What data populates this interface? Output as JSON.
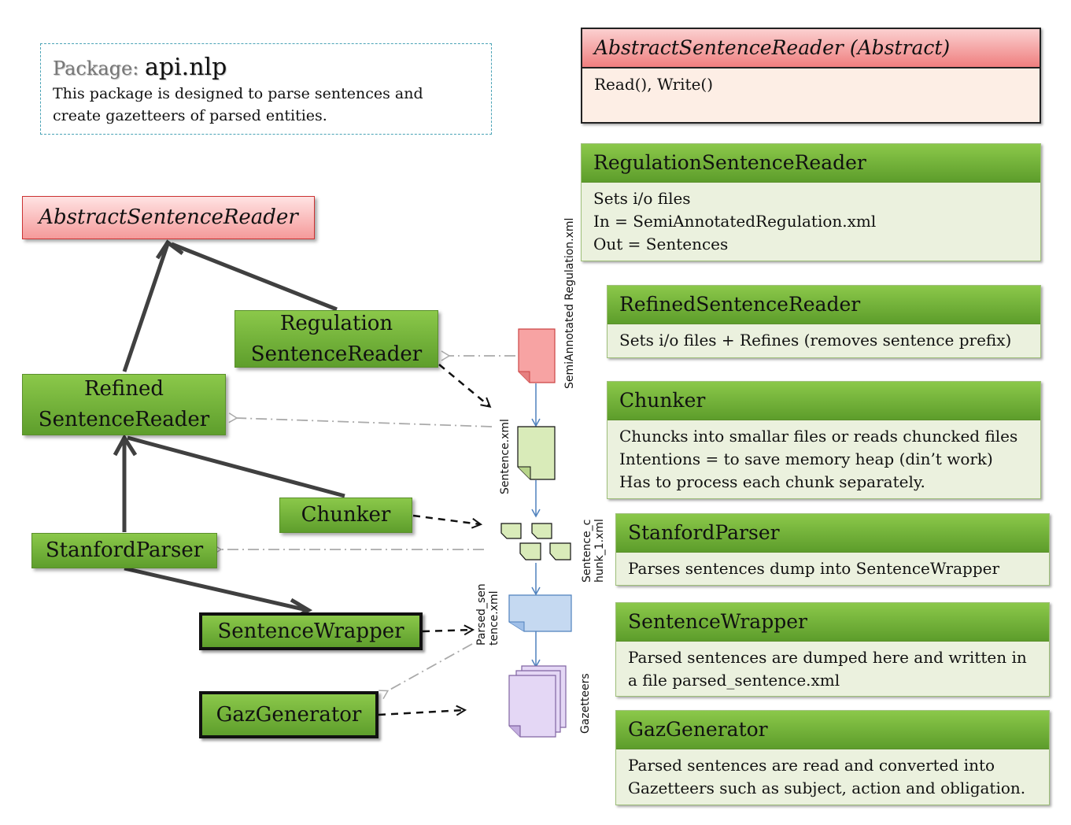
{
  "package": {
    "label": "Package:",
    "name": "api.nlp",
    "description": "This package is designed to parse sentences and create gazetteers of parsed entities."
  },
  "nodes": {
    "abstract_reader": "AbstractSentenceReader",
    "regulation_reader": "Regulation SentenceReader",
    "refined_reader": "Refined SentenceReader",
    "chunker": "Chunker",
    "stanford_parser": "StanfordParser",
    "sentence_wrapper": "SentenceWrapper",
    "gaz_generator": "GazGenerator"
  },
  "files": {
    "semi_annotated": "SemiAnnotated Regulation.xml",
    "sentence": "Sentence.xml",
    "sentence_chunk": "Sentence_c hunk_1.xml",
    "parsed_sentence": "Parsed_sen tence.xml",
    "gazetteers": "Gazetteers"
  },
  "cards": [
    {
      "title": "AbstractSentenceReader (Abstract)",
      "lines": [
        "Read(), Write()"
      ]
    },
    {
      "title": "RegulationSentenceReader",
      "lines": [
        "Sets i/o files",
        "In =  SemiAnnotatedRegulation.xml",
        "Out = Sentences"
      ]
    },
    {
      "title": "RefinedSentenceReader",
      "lines": [
        "Sets i/o files + Refines (removes sentence prefix)"
      ]
    },
    {
      "title": "Chunker",
      "lines": [
        "Chuncks into smallar files or reads chuncked files",
        "Intentions = to save memory heap (din’t work)",
        "Has to process each chunk separately."
      ]
    },
    {
      "title": "StanfordParser",
      "lines": [
        "Parses sentences dump into SentenceWrapper"
      ]
    },
    {
      "title": "SentenceWrapper",
      "lines": [
        "Parsed sentences are dumped here and written in",
        "a file parsed_sentence.xml"
      ]
    },
    {
      "title": "GazGenerator",
      "lines": [
        "Parsed sentences are read and converted into",
        "Gazetteers  such as subject, action and obligation."
      ]
    }
  ],
  "colors": {
    "node_green": "#6fae36",
    "abstract_red": "#f59a9a",
    "card_body": "#ebf1de",
    "inheritance_arrow": "#404040",
    "file_flow": "#4f81bd"
  }
}
